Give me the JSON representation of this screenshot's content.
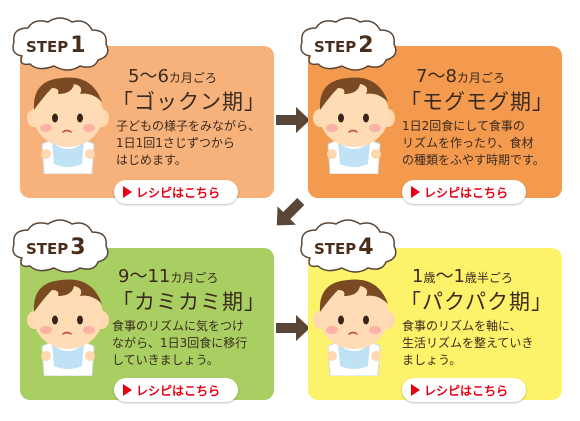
{
  "steps": [
    {
      "step_word": "STEP",
      "step_number": "1",
      "age_main": "5〜6",
      "age_suffix": "カ月ごろ",
      "stage_name": "「ゴックン期」",
      "desc_lines": [
        "子どもの様子をみながら、",
        "1日1回1さじずつから",
        "はじめます。"
      ],
      "button_label": "レシピはこちら",
      "color": "#f7b27c"
    },
    {
      "step_word": "STEP",
      "step_number": "2",
      "age_main": "7〜8",
      "age_suffix": "カ月ごろ",
      "stage_name": "「モグモグ期」",
      "desc_lines": [
        "1日2回食にして食事の",
        "リズムを作ったり、食材",
        "の種類をふやす時期です。"
      ],
      "button_label": "レシピはこちら",
      "color": "#f39a4e"
    },
    {
      "step_word": "STEP",
      "step_number": "3",
      "age_main": "9〜11",
      "age_suffix": "カ月ごろ",
      "stage_name": "「カミカミ期」",
      "desc_lines": [
        "食事のリズムに気をつけ",
        "ながら、1日3回食に移行",
        "していきましょう。"
      ],
      "button_label": "レシピはこちら",
      "color": "#a9cf62"
    },
    {
      "step_word": "STEP",
      "step_number": "4",
      "age_main": "1",
      "age_suffix_1": "歳",
      "age_mid": "〜1",
      "age_suffix_2": "歳半ごろ",
      "stage_name": "「パクパク期」",
      "desc_lines": [
        "食事のリズムを軸に、",
        "生活リズムを整えていき",
        "ましょう。"
      ],
      "button_label": "レシピはこちら",
      "color": "#fdf36a"
    }
  ],
  "colors": {
    "text": "#3a2a1e",
    "button_text": "#e60012",
    "arrow": "#5a4637",
    "cloud_fill": "#ffffff",
    "cloud_stroke": "#5a4637"
  },
  "icons": {
    "baby": "baby-face-icon",
    "arrow": "arrow-icon",
    "button_marker": "play-triangle-icon"
  }
}
